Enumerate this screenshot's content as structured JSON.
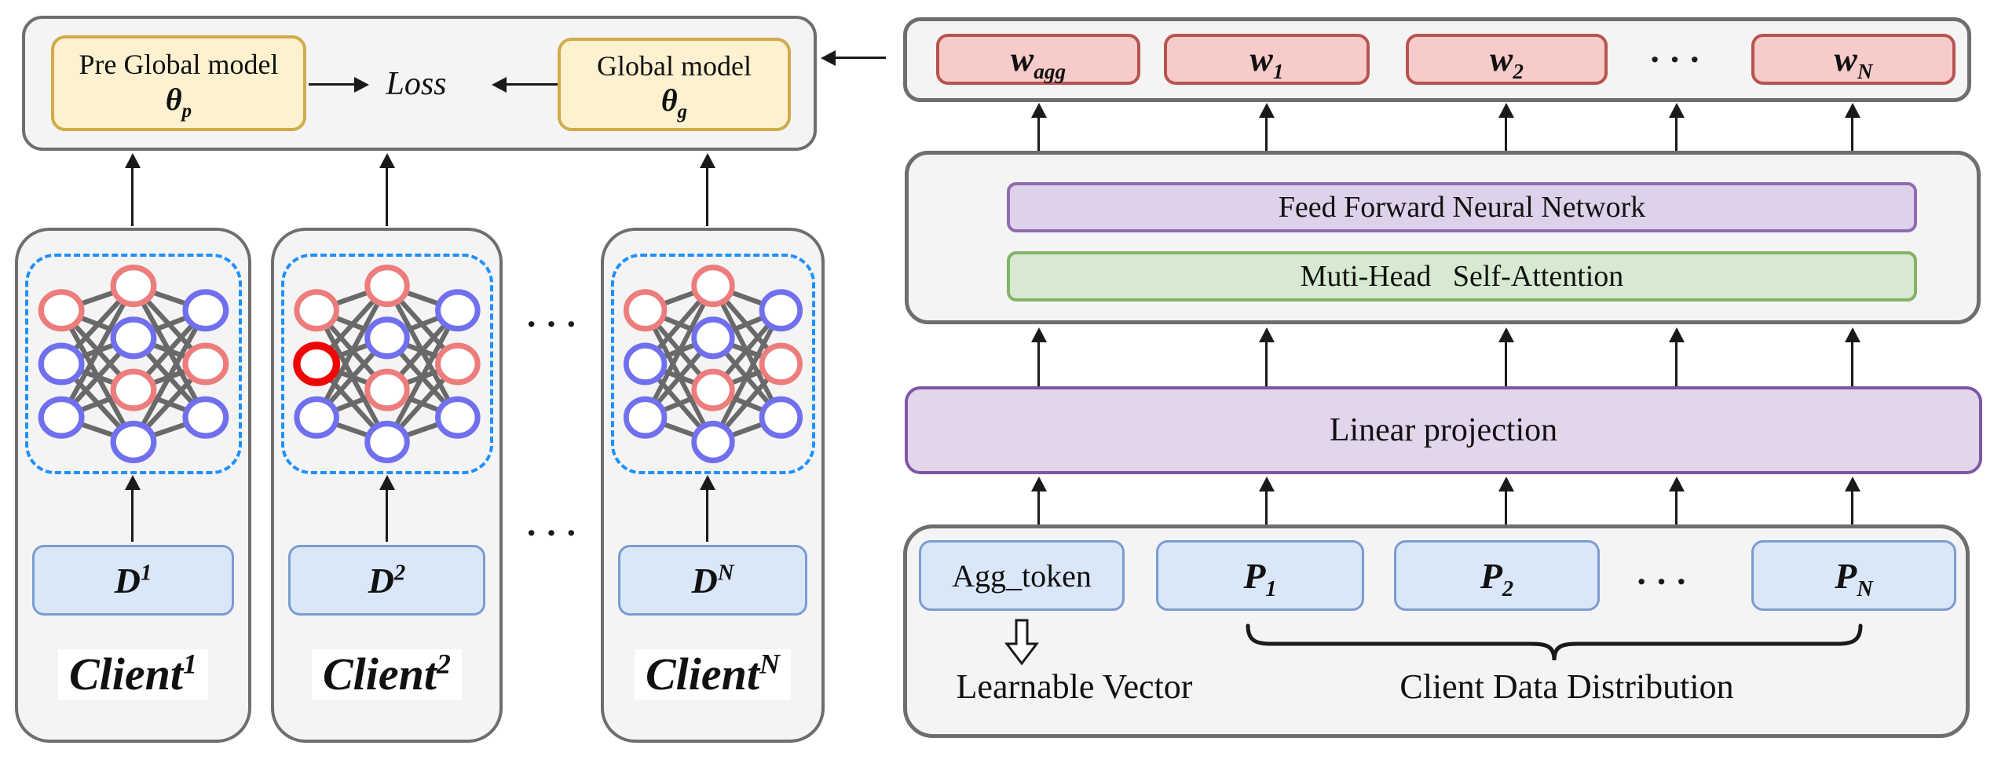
{
  "upper_left": {
    "pre_global_model": {
      "title": "Pre Global model",
      "theta": "θ",
      "theta_sub": "p"
    },
    "global_model": {
      "title": "Global model",
      "theta": "θ",
      "theta_sub": "g"
    },
    "loss": "Loss"
  },
  "clients": [
    {
      "dataset_base": "D",
      "dataset_sup": "1",
      "label_base": "Client",
      "label_sup": "1",
      "nodes": {
        "left": [
          "salmon",
          "blue",
          "blue"
        ],
        "mid": [
          "salmon",
          "blue",
          "salmon",
          "blue"
        ],
        "right": [
          "blue",
          "salmon",
          "blue"
        ]
      }
    },
    {
      "dataset_base": "D",
      "dataset_sup": "2",
      "label_base": "Client",
      "label_sup": "2",
      "nodes": {
        "left": [
          "salmon",
          "red_bold",
          "blue"
        ],
        "mid": [
          "salmon",
          "blue",
          "salmon",
          "blue"
        ],
        "right": [
          "blue",
          "salmon",
          "blue"
        ]
      }
    },
    {
      "dataset_base": "D",
      "dataset_sup": "N",
      "label_base": "Client",
      "label_sup": "N",
      "nodes": {
        "left": [
          "salmon",
          "blue",
          "blue"
        ],
        "mid": [
          "salmon",
          "blue",
          "salmon",
          "blue"
        ],
        "right": [
          "blue",
          "salmon",
          "blue"
        ]
      }
    }
  ],
  "ellipsis": "···",
  "weight_row": {
    "tokens": [
      {
        "base": "w",
        "sub": "agg"
      },
      {
        "base": "w",
        "sub": "1"
      },
      {
        "base": "w",
        "sub": "2"
      },
      {
        "base": "w",
        "sub": "N"
      }
    ]
  },
  "transformer": {
    "ffn": "Feed Forward Neural Network",
    "mhsa": "Muti-Head Self-Attention"
  },
  "linear_projection": "Linear projection",
  "input_row": {
    "agg_token": "Agg_token",
    "patches": [
      {
        "base": "P",
        "sub": "1"
      },
      {
        "base": "P",
        "sub": "2"
      },
      {
        "base": "P",
        "sub": "N"
      }
    ],
    "learnable_vector": "Learnable Vector",
    "client_data_distribution": "Client Data Distribution"
  },
  "colors": {
    "container_fill": "#f4f4f4",
    "container_border": "#6e6e6e",
    "yellow_fill": "#fdf1d0",
    "yellow_border": "#d0ab4a",
    "red_fill": "#f6cbc9",
    "red_border": "#b85450",
    "purple_fill": "#ded2ea",
    "purple_border": "#8f6bb0",
    "green_fill": "#d7ead1",
    "green_border": "#82b366",
    "blue_fill": "#d9e7f9",
    "blue_border": "#7b9bd2",
    "linear_fill": "#e3d6ec",
    "linear_border": "#7e57a2",
    "dashed_border": "#1e90ff",
    "node_salmon": "#ed7d7d",
    "node_blue": "#7070ee",
    "node_red_bold": "#ee0606",
    "edge_gray": "#696969",
    "arrow_black": "#1a1a1a"
  }
}
